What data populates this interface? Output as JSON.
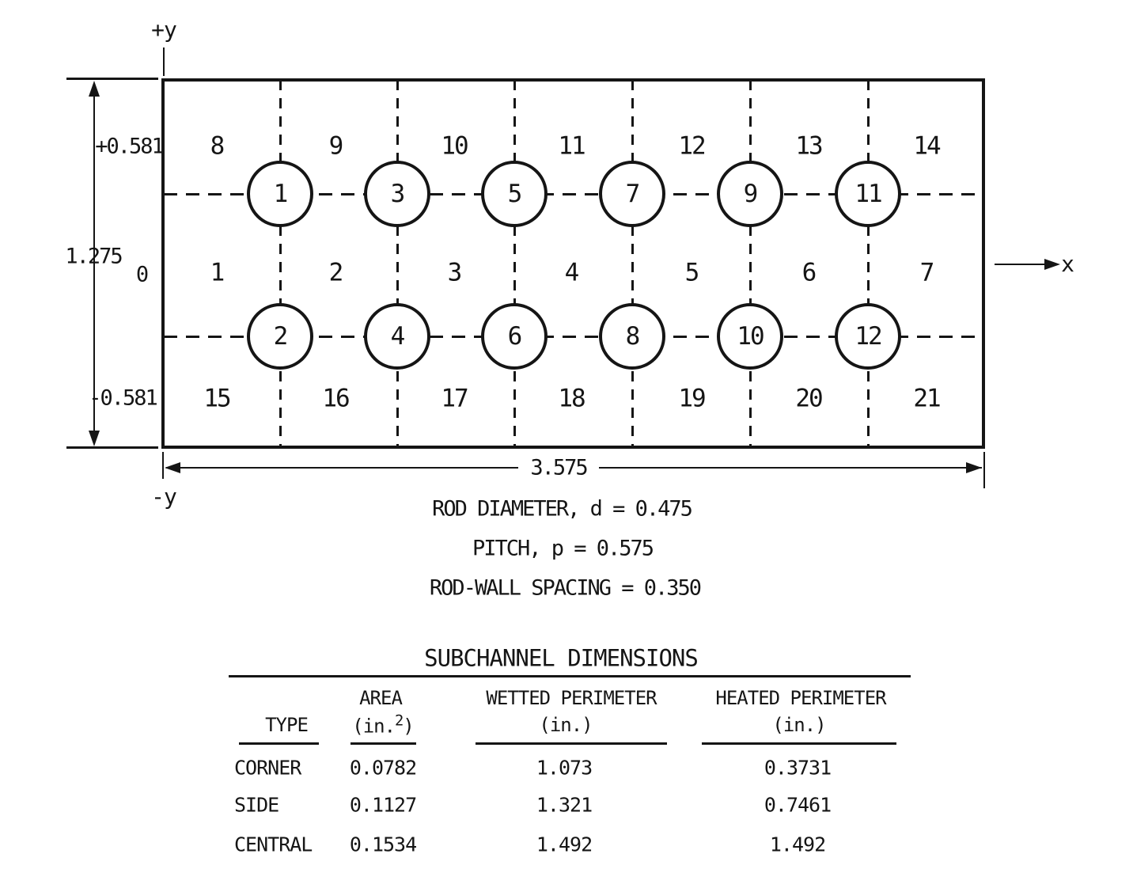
{
  "diagram": {
    "axis": {
      "top": "+y",
      "bottom": "-y",
      "x": "x"
    },
    "dimensions": {
      "total_height": "1.275",
      "y_plus": "+0.581",
      "y_zero": "0",
      "y_minus": "-0.581",
      "total_width": "3.575"
    },
    "rods_top_row": [
      "1",
      "3",
      "5",
      "7",
      "9",
      "11"
    ],
    "rods_bottom_row": [
      "2",
      "4",
      "6",
      "8",
      "10",
      "12"
    ],
    "subchannels_top_row": [
      "8",
      "9",
      "10",
      "11",
      "12",
      "13",
      "14"
    ],
    "subchannels_middle_row": [
      "1",
      "2",
      "3",
      "4",
      "5",
      "6",
      "7"
    ],
    "subchannels_bottom_row": [
      "15",
      "16",
      "17",
      "18",
      "19",
      "20",
      "21"
    ],
    "notes": [
      "ROD DIAMETER, d = 0.475",
      "PITCH, p = 0.575",
      "ROD-WALL SPACING = 0.350"
    ]
  },
  "table": {
    "title": "SUBCHANNEL DIMENSIONS",
    "columns": {
      "type": {
        "name": "TYPE"
      },
      "area": {
        "name": "AREA",
        "unit_pre": "(in.",
        "unit_sup": "2",
        "unit_post": ")"
      },
      "wetted": {
        "name": "WETTED PERIMETER",
        "unit": "(in.)"
      },
      "heated": {
        "name": "HEATED PERIMETER",
        "unit": "(in.)"
      }
    },
    "rows": [
      {
        "type": "CORNER",
        "area": "0.0782",
        "wetted": "1.073",
        "heated": "0.3731"
      },
      {
        "type": "SIDE",
        "area": "0.1127",
        "wetted": "1.321",
        "heated": "0.7461"
      },
      {
        "type": "CENTRAL",
        "area": "0.1534",
        "wetted": "1.492",
        "heated": "1.492"
      }
    ]
  }
}
